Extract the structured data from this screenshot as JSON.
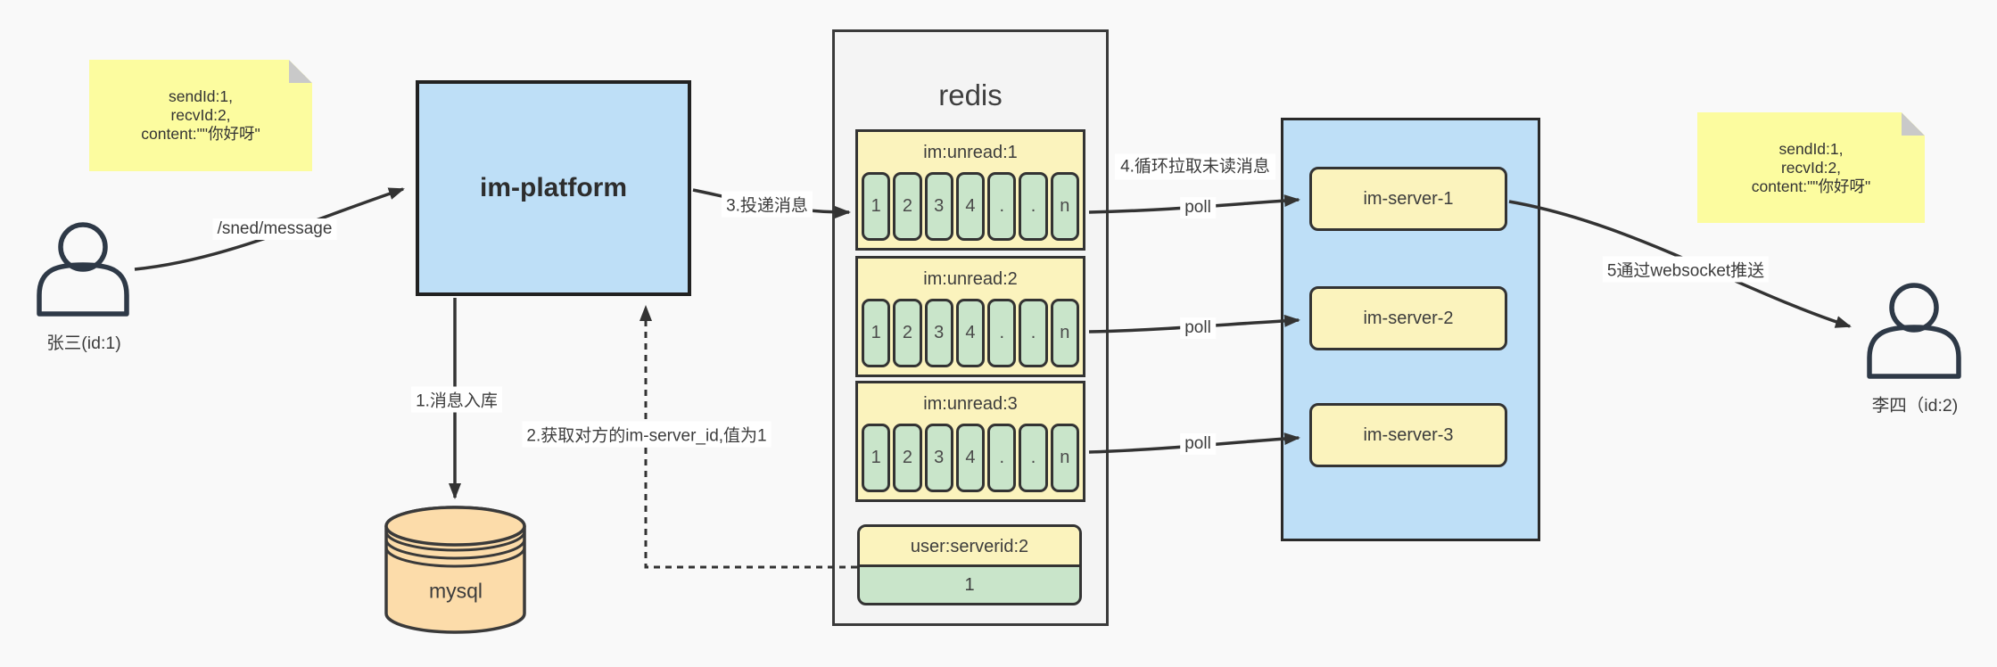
{
  "actors": {
    "sender": {
      "label": "张三(id:1)"
    },
    "receiver": {
      "label": "李四（id:2)"
    }
  },
  "notes": {
    "left": {
      "line1": "sendId:1,",
      "line2": "recvId:2,",
      "line3": "content:\"\"你好呀\""
    },
    "right": {
      "line1": "sendId:1,",
      "line2": "recvId:2,",
      "line3": "content:\"\"你好呀\""
    }
  },
  "platform": {
    "label": "im-platform"
  },
  "database": {
    "label": "mysql"
  },
  "redis": {
    "title": "redis",
    "queues": [
      {
        "title": "im:unread:1",
        "cells": [
          "1",
          "2",
          "3",
          "4",
          ".",
          ".",
          "n"
        ]
      },
      {
        "title": "im:unread:2",
        "cells": [
          "1",
          "2",
          "3",
          "4",
          ".",
          ".",
          "n"
        ]
      },
      {
        "title": "im:unread:3",
        "cells": [
          "1",
          "2",
          "3",
          "4",
          ".",
          ".",
          "n"
        ]
      }
    ],
    "server_map": {
      "title": "user:serverid:2",
      "value": "1"
    }
  },
  "servers": [
    {
      "label": "im-server-1"
    },
    {
      "label": "im-server-2"
    },
    {
      "label": "im-server-3"
    }
  ],
  "edges": {
    "send": "/sned/message",
    "store": "1.消息入库",
    "get_server_id": "2.获取对方的im-server_id,值为1",
    "deliver": "3.投递消息",
    "poll_note": "4.循环拉取未读消息",
    "poll": "poll",
    "push": "5通过websocket推送"
  },
  "colors": {
    "box_blue": "#bedff7",
    "note_yellow": "#fcfc9f",
    "panel_yellow": "#fbf3bd",
    "cell_green": "#c9e5ca",
    "db_orange": "#fcdcaa",
    "redis_bg": "#f4f4f4",
    "line": "#333333",
    "person": "#2e3947"
  }
}
